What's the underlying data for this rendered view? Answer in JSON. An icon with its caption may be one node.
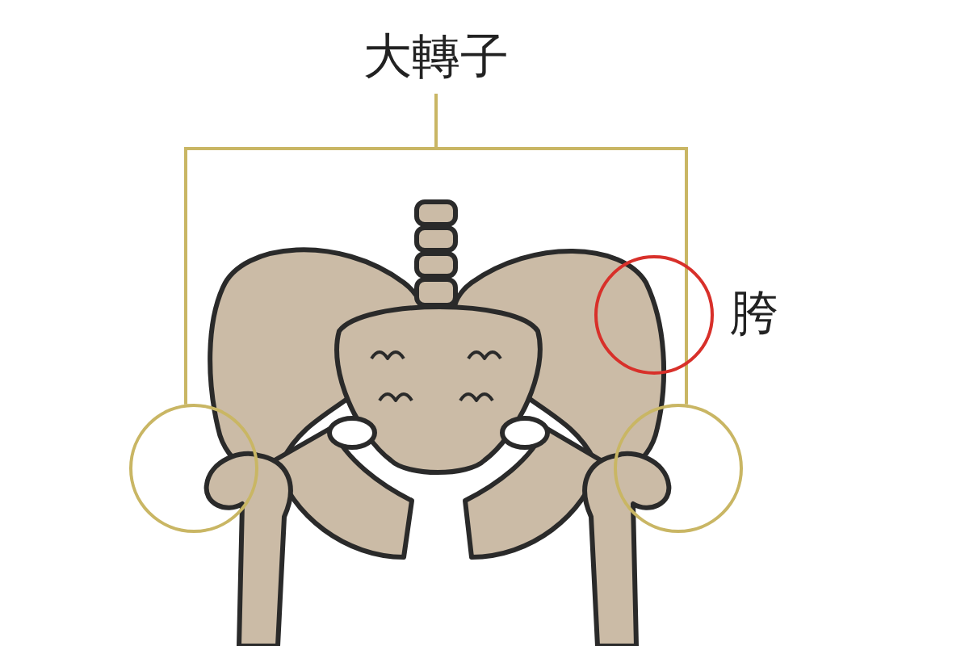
{
  "diagram": {
    "nodes": [
      {
        "text": [
          "大轉子"
        ]
      },
      {
        "text": [],
        "shape": "circle"
      },
      {
        "text": [],
        "shape": "circle"
      },
      {
        "text": [],
        "shape": "circle",
        "beside": [
          "胯"
        ]
      }
    ],
    "edges": [
      {
        "from": 0,
        "to": 1,
        "arrow": "none"
      },
      {
        "from": 0,
        "to": 2,
        "arrow": "none"
      }
    ]
  }
}
